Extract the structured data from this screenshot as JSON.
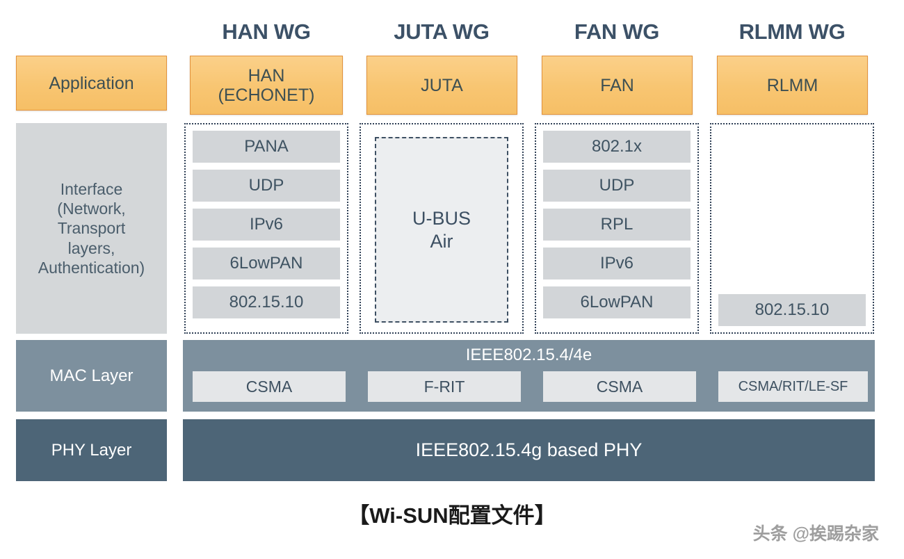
{
  "diagram": {
    "caption": "【Wi-SUN配置文件】",
    "watermark": "头条 @挨踢杂家",
    "colors": {
      "application_fill": "#f8c571",
      "application_border": "#e2923c",
      "interface_fill": "#d4d7d9",
      "mac_fill": "#7d909e",
      "phy_fill": "#4d6577",
      "protocol_fill": "#d2d5d8",
      "header_text": "#3c5167",
      "stack_border": "#2e3f55",
      "juta_panel_fill": "#eceef0"
    },
    "row_labels": {
      "application": "Application",
      "interface": "Interface\n(Network,\nTransport\nlayers,\nAuthentication)",
      "interface_line1": "Interface",
      "interface_line2": "(Network,",
      "interface_line3": "Transport",
      "interface_line4": "layers,",
      "interface_line5": "Authentication)",
      "mac": "MAC Layer",
      "phy": "PHY Layer"
    },
    "columns": [
      {
        "wg_title": "HAN WG",
        "app_label": "HAN\n(ECHONET)",
        "app_line1": "HAN",
        "app_line2": "(ECHONET)",
        "stack_style": "list",
        "stack": [
          "PANA",
          "UDP",
          "IPv6",
          "6LowPAN",
          "802.15.10"
        ],
        "mac_sub": "CSMA"
      },
      {
        "wg_title": "JUTA WG",
        "app_label": "JUTA",
        "app_line1": "JUTA",
        "app_line2": "",
        "stack_style": "panel",
        "panel_line1": "U-BUS",
        "panel_line2": "Air",
        "stack": [],
        "mac_sub": "F-RIT"
      },
      {
        "wg_title": "FAN WG",
        "app_label": "FAN",
        "app_line1": "FAN",
        "app_line2": "",
        "stack_style": "list",
        "stack": [
          "802.1x",
          "UDP",
          "RPL",
          "IPv6",
          "6LowPAN"
        ],
        "mac_sub": "CSMA"
      },
      {
        "wg_title": "RLMM WG",
        "app_label": "RLMM",
        "app_line1": "RLMM",
        "app_line2": "",
        "stack_style": "bottom",
        "stack": [
          "802.15.10"
        ],
        "mac_sub": "CSMA/RIT/LE-SF"
      }
    ],
    "mac_bar_title": "IEEE802.15.4/4e",
    "phy_bar_title": "IEEE802.15.4g based PHY"
  }
}
